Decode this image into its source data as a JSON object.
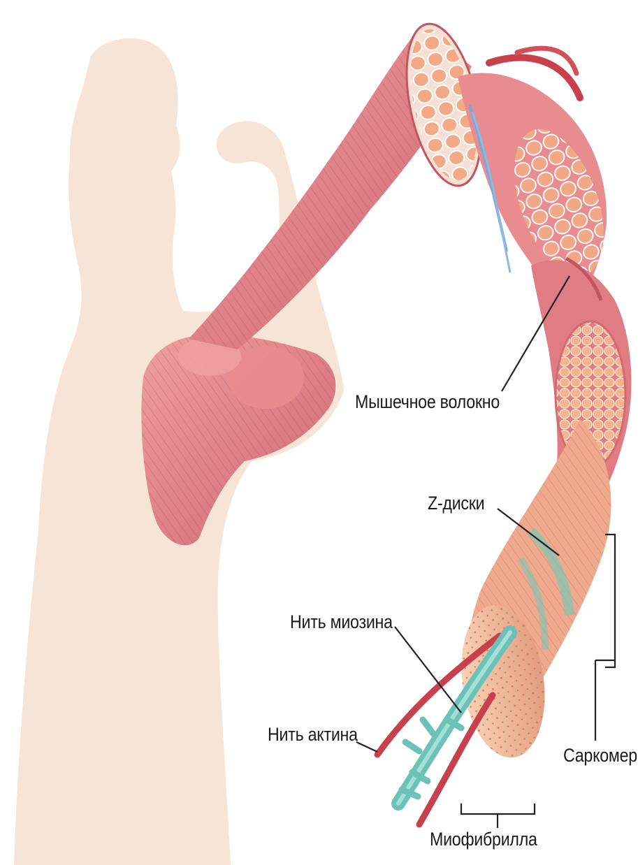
{
  "labels": {
    "muscle_fiber": "Мышечное волокно",
    "z_discs": "Z-диски",
    "myosin": "Нить миозина",
    "actin": "Нить актина",
    "sarcomere": "Саркомер",
    "myofibril": "Миофибрилла"
  },
  "colors": {
    "silhouette": "#f6e4d6",
    "muscle": "#e08a8e",
    "muscle_dark": "#c25560",
    "fiber_section": "#f4b08e",
    "myofibril": "#f7c7a4",
    "myosin": "#6cc2b8",
    "actin": "#c8404c",
    "nerve": "#7aa8d8",
    "leader_line": "#222222"
  }
}
